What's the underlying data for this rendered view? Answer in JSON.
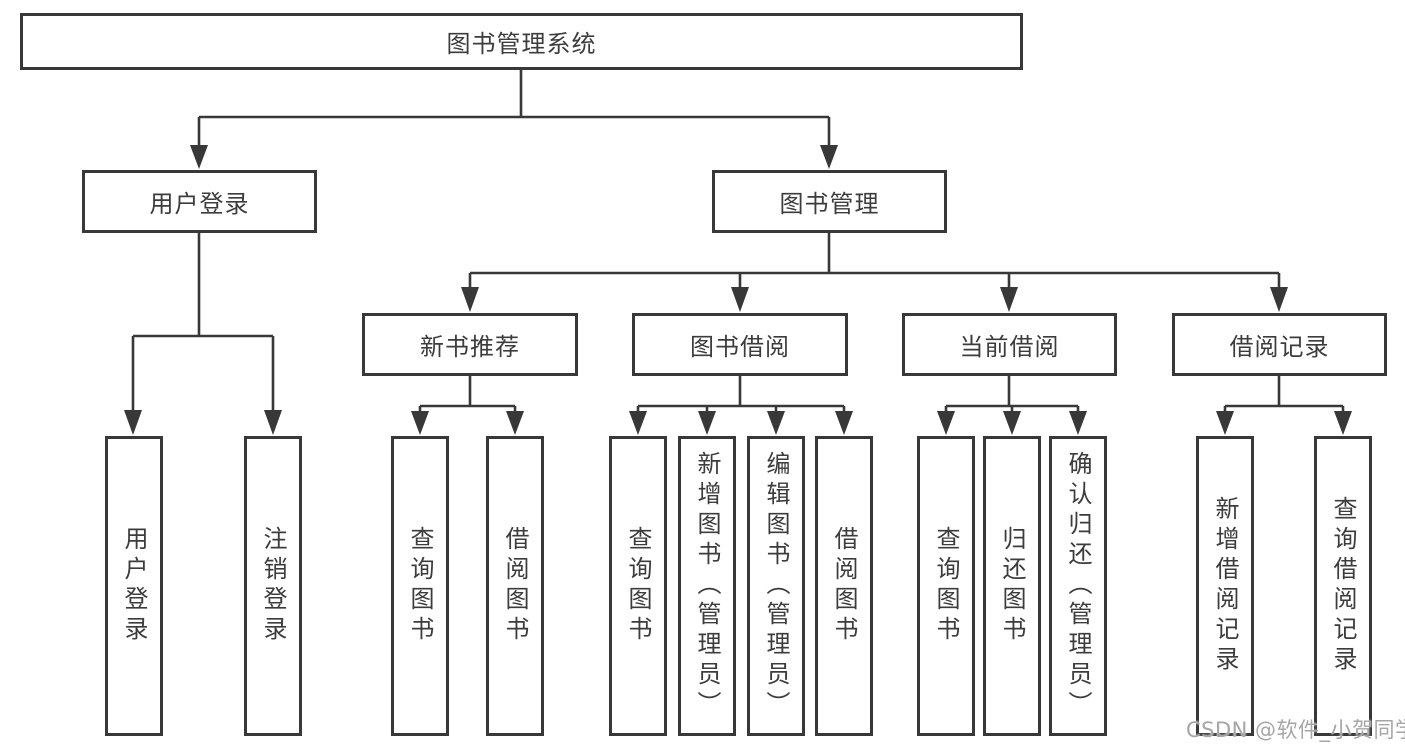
{
  "diagram": {
    "root": {
      "label": "图书管理系统"
    },
    "branches": [
      {
        "label": "用户登录",
        "children": [
          {
            "label": "用户登录"
          },
          {
            "label": "注销登录"
          }
        ]
      },
      {
        "label": "图书管理",
        "children": [
          {
            "label": "新书推荐",
            "children": [
              {
                "label": "查询图书"
              },
              {
                "label": "借阅图书"
              }
            ]
          },
          {
            "label": "图书借阅",
            "children": [
              {
                "label": "查询图书"
              },
              {
                "label": "新增图书（管理员）"
              },
              {
                "label": "编辑图书（管理员）"
              },
              {
                "label": "借阅图书"
              }
            ]
          },
          {
            "label": "当前借阅",
            "children": [
              {
                "label": "查询图书"
              },
              {
                "label": "归还图书"
              },
              {
                "label": "确认归还（管理员）"
              }
            ]
          },
          {
            "label": "借阅记录",
            "children": [
              {
                "label": "新增借阅记录"
              },
              {
                "label": "查询借阅记录"
              }
            ]
          }
        ]
      }
    ]
  },
  "watermark": {
    "text": "CSDN @软件_小贺同学"
  },
  "colors": {
    "line": "#383838",
    "text": "#3c3c3c",
    "background": "#ffffff",
    "watermark": "#a6a6a6"
  }
}
